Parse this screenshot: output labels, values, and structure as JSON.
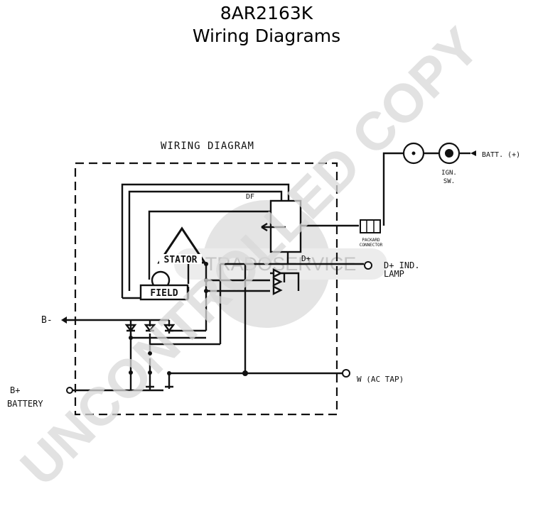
{
  "header": {
    "part_number": "8AR2163K",
    "title": "Wiring Diagrams"
  },
  "diagram": {
    "heading": "WIRING DIAGRAM",
    "labels": {
      "batt": "BATT. (+)",
      "ign_sw_line1": "IGN.",
      "ign_sw_line2": "SW.",
      "packard_line1": "PACKARD",
      "packard_line2": "CONNECTOR",
      "d_plus": "D+",
      "ind_lamp_line1": "D+ IND.",
      "ind_lamp_line2": "LAMP",
      "stator": "STATOR",
      "field": "FIELD",
      "b_minus": "B-",
      "b_plus": "B+",
      "battery": "BATTERY",
      "ac_tap": "W (AC TAP)",
      "df": "DF"
    }
  },
  "watermark": {
    "text": "UNCONTROLLED COPY",
    "logo_text": "TRADOSERVICE",
    "color": "#d8d8d8"
  }
}
